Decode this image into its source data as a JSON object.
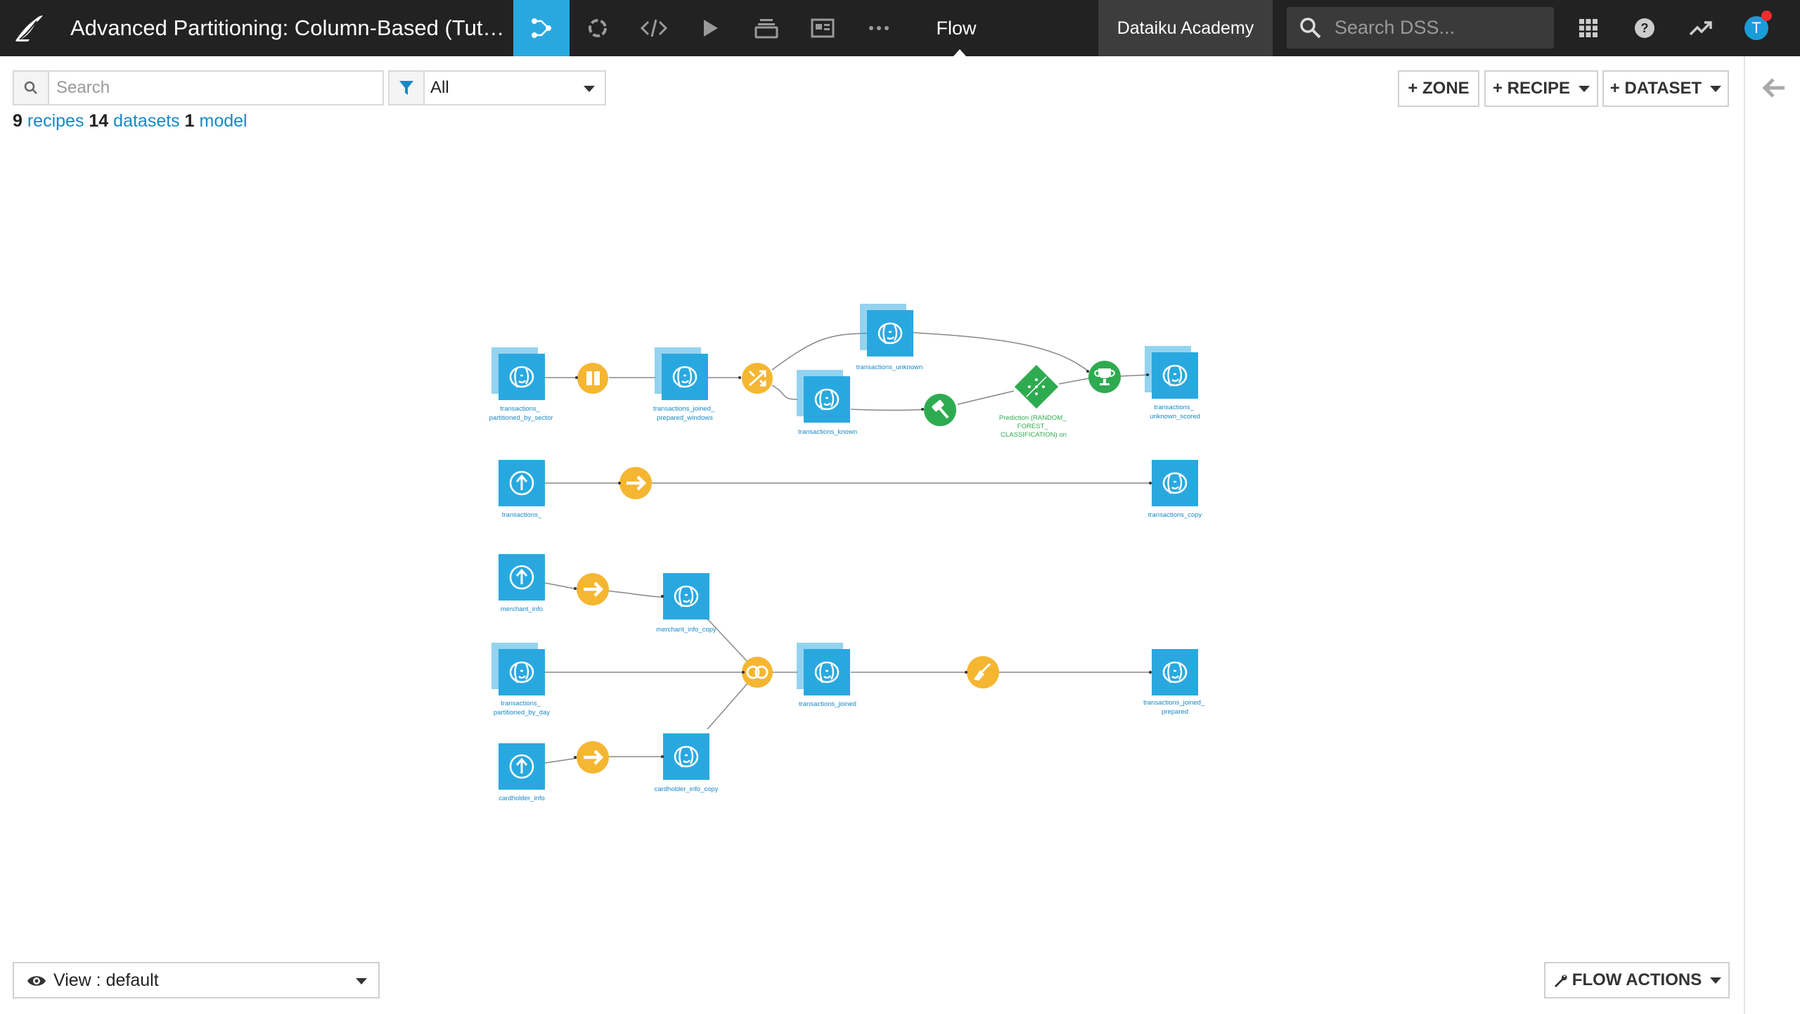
{
  "header": {
    "project_title": "Advanced Partitioning: Column-Based (Tut…",
    "current_view": "Flow",
    "instance_name": "Dataiku Academy",
    "search_placeholder": "Search DSS...",
    "avatar_initial": "T",
    "nav_icons": [
      "flow-icon",
      "jobs-icon",
      "code-icon",
      "run-icon",
      "datasets-stack-icon",
      "dashboard-icon",
      "more-icon"
    ]
  },
  "toolbar": {
    "search_placeholder": "Search",
    "filter_value": "All",
    "zone_label": "+ ZONE",
    "recipe_label": "+ RECIPE",
    "dataset_label": "+ DATASET"
  },
  "counts": {
    "recipes_n": "9",
    "recipes_label": "recipes",
    "datasets_n": "14",
    "datasets_label": "datasets",
    "models_n": "1",
    "models_label": "model"
  },
  "flow": {
    "datasets": {
      "partitioned_by_sector": [
        "transactions_",
        "partitioned_by_sector"
      ],
      "joined_prepared_windows": [
        "transactions_joined_",
        "prepared_windows"
      ],
      "unknown": [
        "transactions_unknown"
      ],
      "known": [
        "transactions_known"
      ],
      "unknown_scored": [
        "transactions_",
        "unknown_scored"
      ],
      "transactions": [
        "transactions_"
      ],
      "transactions_copy": [
        "transactions_copy"
      ],
      "merchant_info": [
        "merchant_info"
      ],
      "merchant_info_copy": [
        "merchant_info_copy"
      ],
      "partitioned_by_day": [
        "transactions_",
        "partitioned_by_day"
      ],
      "transactions_joined": [
        "transactions_joined"
      ],
      "joined_prepared": [
        "transactions_joined_",
        "prepared"
      ],
      "cardholder_info": [
        "cardholder_info"
      ],
      "cardholder_info_copy": [
        "cardholder_info_copy"
      ]
    },
    "model_label": [
      "Prediction (RANDOM_",
      "FOREST_",
      "CLASSIFICATION) on"
    ],
    "colors": {
      "dataset": "#29A8E0",
      "recipe": "#F5B631",
      "ml": "#2EAB50",
      "edge": "#888888"
    }
  },
  "footer": {
    "view_label": "View : default",
    "flow_actions_label": "FLOW ACTIONS"
  }
}
